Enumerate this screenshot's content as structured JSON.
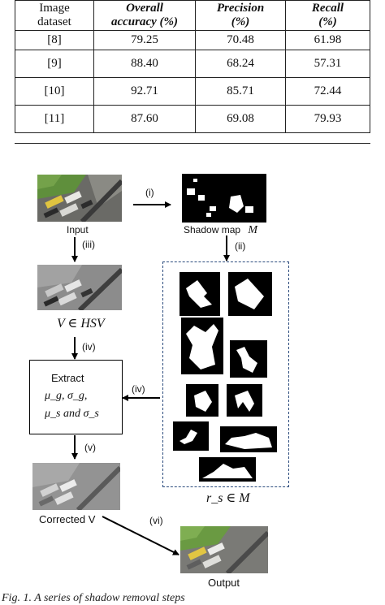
{
  "table": {
    "headers": {
      "dataset": [
        "Image",
        "dataset"
      ],
      "accuracy": [
        "Overall",
        "accuracy (%)"
      ],
      "precision": [
        "Precision",
        "(%)"
      ],
      "recall": [
        "Recall",
        "(%)"
      ]
    },
    "rows": [
      {
        "dataset": "[8]",
        "accuracy": "79.25",
        "precision": "70.48",
        "recall": "61.98"
      },
      {
        "dataset": "[9]",
        "accuracy": "88.40",
        "precision": "68.24",
        "recall": "57.31"
      },
      {
        "dataset": "[10]",
        "accuracy": "92.71",
        "precision": "85.71",
        "recall": "72.44"
      },
      {
        "dataset": "[11]",
        "accuracy": "87.60",
        "precision": "69.08",
        "recall": "79.93"
      }
    ]
  },
  "diagram": {
    "input_label": "Input",
    "shadow_map_label": "Shadow map",
    "shadow_map_symbol": "M",
    "hsv_label": "V ∈ HSV",
    "extract_title": "Extract",
    "extract_line1": "μ_g, σ_g,",
    "extract_line2": "μ_s and σ_s",
    "regions_label": "r_s ∈ M",
    "corrected_label": "Corrected V",
    "output_label": "Output",
    "steps": {
      "i": "(i)",
      "ii": "(ii)",
      "iii": "(iii)",
      "iv_a": "(iv)",
      "iv_b": "(iv)",
      "v": "(v)",
      "vi": "(vi)"
    }
  },
  "caption": "Fig. 1. A series of shadow removal steps"
}
